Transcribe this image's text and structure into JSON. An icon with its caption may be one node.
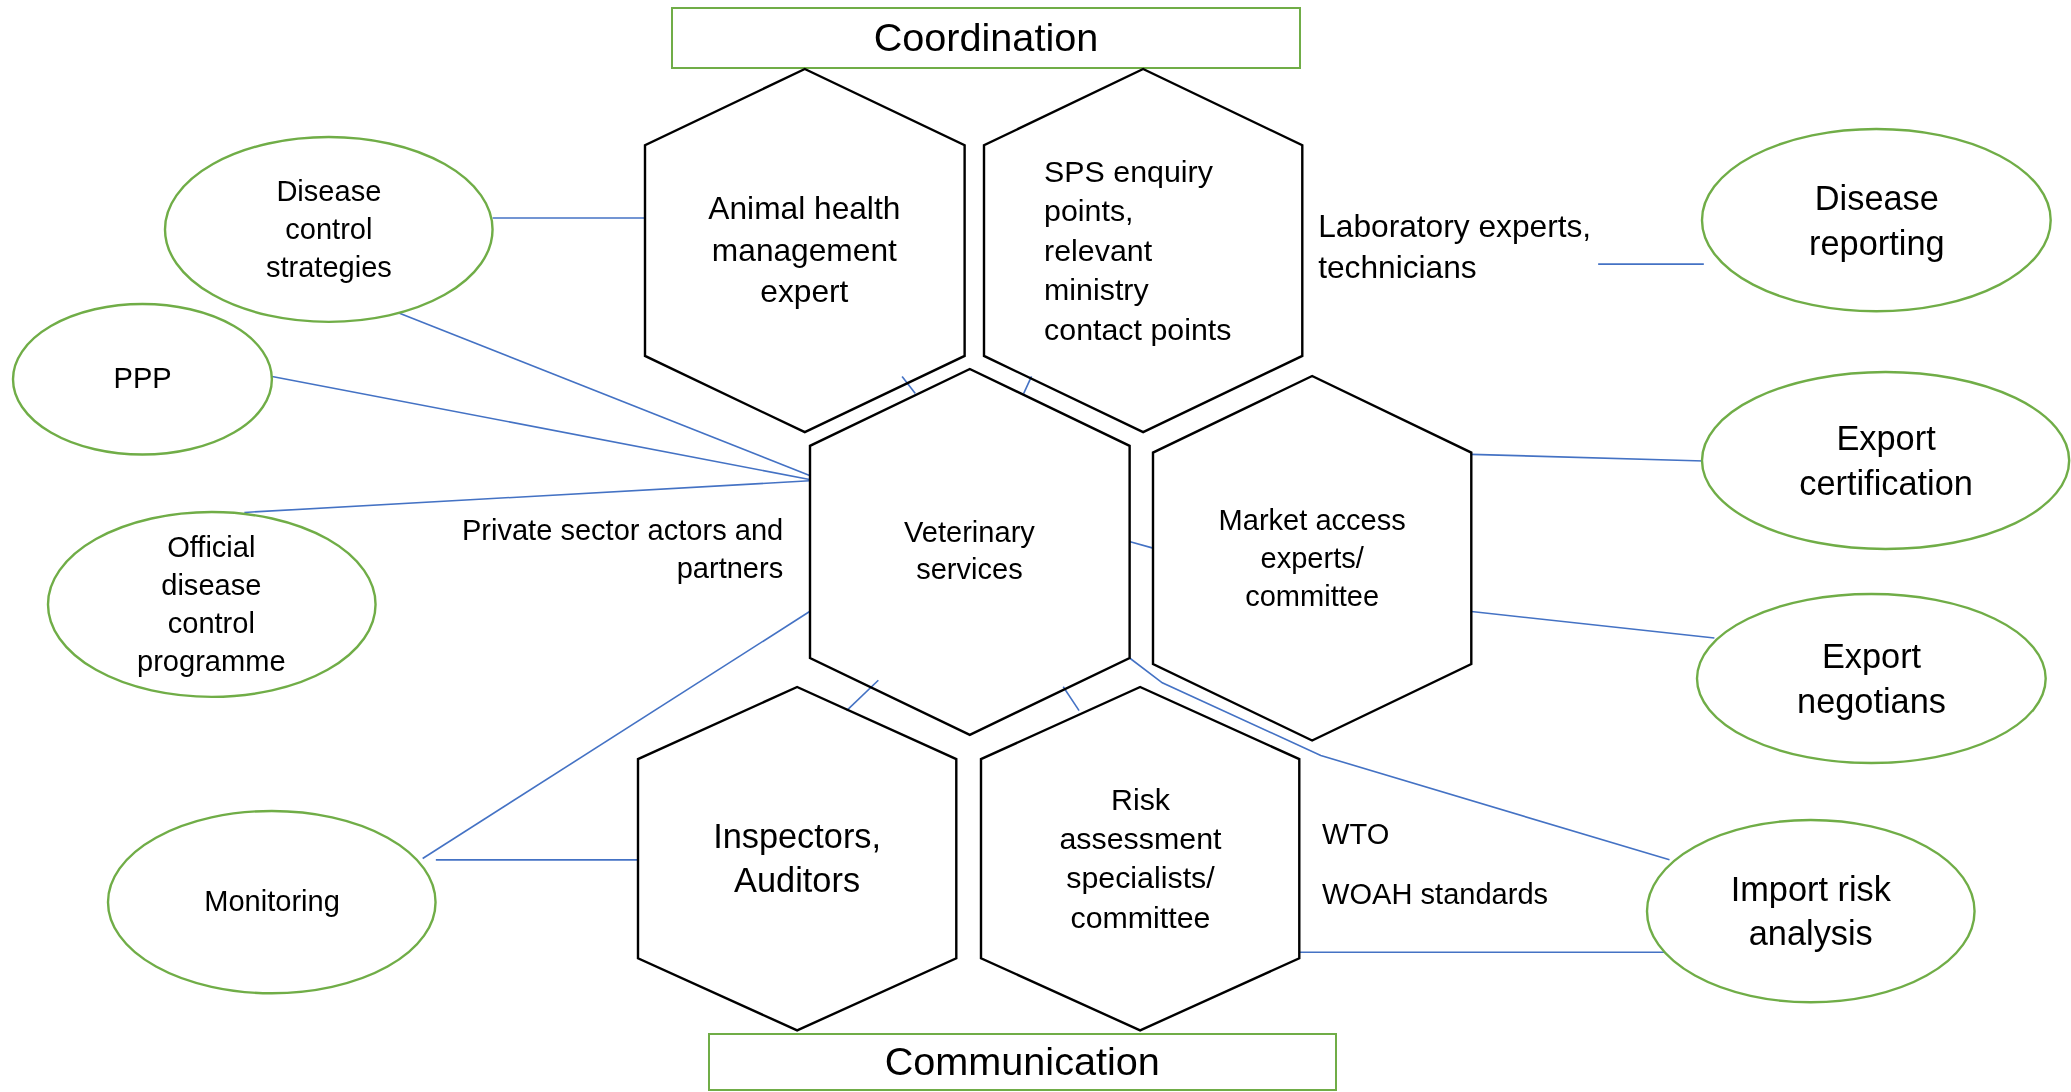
{
  "diagram": {
    "nodes": [
      {
        "text": [
          "Coordination"
        ]
      },
      {
        "text": [
          "Animal health management expert"
        ]
      },
      {
        "text": [
          "SPS enquiry points, relevant ministry contact points"
        ]
      },
      {
        "text": [
          "Disease control strategies"
        ]
      },
      {
        "text": [
          "Laboratory experts, technicians"
        ]
      },
      {
        "text": [
          "Disease reporting"
        ]
      },
      {
        "text": [
          "PPP"
        ]
      },
      {
        "text": [
          "Veterinary services"
        ]
      },
      {
        "text": [
          "Market access experts/ committee"
        ]
      },
      {
        "text": [
          "Export certification"
        ]
      },
      {
        "text": [
          "Official disease control programme"
        ]
      },
      {
        "text": [
          "Export negotians"
        ]
      },
      {
        "text": [
          "Inspectors, Auditors"
        ]
      },
      {
        "text": [
          "Risk assessment specialists/ committee"
        ]
      },
      {
        "text": [
          "Monitoring"
        ]
      },
      {
        "text": [
          "Import risk analysis"
        ]
      },
      {
        "text": [
          "Communication"
        ]
      }
    ],
    "edges": [
      {
        "from": 3,
        "to": 1,
        "arrow": "none"
      },
      {
        "from": 3,
        "to": 7,
        "arrow": "none"
      },
      {
        "from": 5,
        "to": 4,
        "arrow": "none"
      },
      {
        "from": 6,
        "to": 7,
        "arrow": "none"
      },
      {
        "from": 1,
        "to": 7,
        "arrow": "none"
      },
      {
        "from": 2,
        "to": 7,
        "arrow": "none"
      },
      {
        "from": 10,
        "to": 7,
        "arrow": "none"
      },
      {
        "from": 7,
        "to": 8,
        "arrow": "none"
      },
      {
        "from": 9,
        "to": 8,
        "arrow": "none"
      },
      {
        "from": 11,
        "to": 8,
        "arrow": "none"
      },
      {
        "from": 7,
        "to": 12,
        "arrow": "none"
      },
      {
        "from": 7,
        "to": 13,
        "arrow": "none"
      },
      {
        "from": 14,
        "to": 7,
        "arrow": "none"
      },
      {
        "from": 14,
        "to": 12,
        "arrow": "none"
      },
      {
        "from": 7,
        "to": 15,
        "arrow": "none"
      },
      {
        "from": 15,
        "to": 13,
        "arrow": "none"
      }
    ],
    "labels": [
      "Private sector actors and partners",
      "WTO",
      "WOAH standards"
    ]
  }
}
